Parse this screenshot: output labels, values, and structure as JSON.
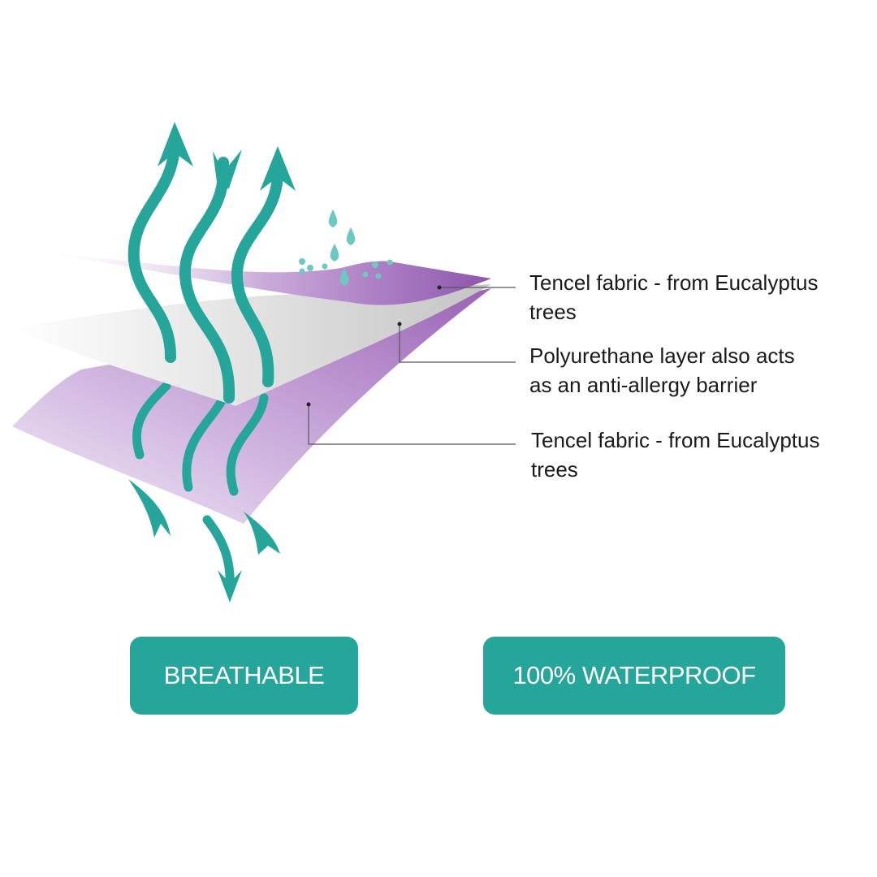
{
  "labels": [
    {
      "line1": "Tencel fabric - from Eucalyptus",
      "line2": "trees"
    },
    {
      "line1": "Polyurethane layer also acts",
      "line2": "as an anti-allergy barrier"
    },
    {
      "line1": "Tencel fabric - from Eucalyptus",
      "line2": "trees"
    }
  ],
  "badges": {
    "breathable": "BREATHABLE",
    "waterproof": "100% WATERPROOF"
  },
  "colors": {
    "teal": "#26a69a",
    "droplet": "#6cc9c2",
    "purple": "#9a62b4",
    "grey": "#d4d4d4"
  }
}
